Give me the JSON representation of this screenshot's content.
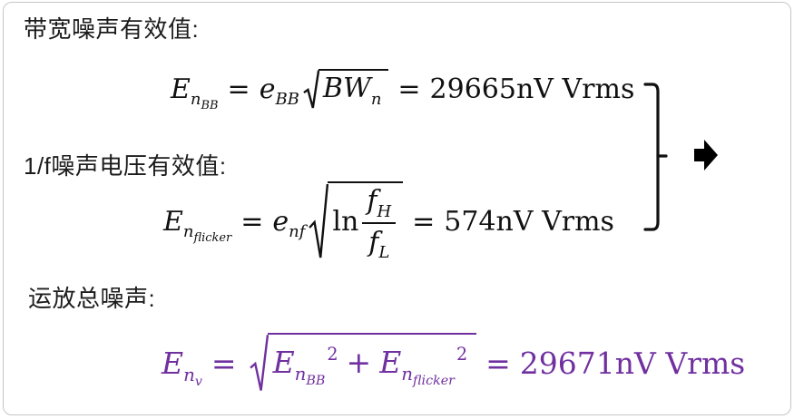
{
  "colors": {
    "text_black": "#111111",
    "accent_purple": "#7030a0",
    "card_border": "#c6c6c6",
    "background": "#ffffff"
  },
  "labels": {
    "broadband": "带宽噪声有效值:",
    "flicker": "1/f噪声电压有效值:",
    "total": "运放总噪声:"
  },
  "formulas": {
    "broadband": {
      "lhs_base": "E",
      "lhs_sub": "n",
      "lhs_subsub": "BB",
      "eq1": "=",
      "coef_base": "e",
      "coef_sub": "BB",
      "rad_base": "BW",
      "rad_sub": "n",
      "eq2": "=",
      "result": "29665nV Vrms"
    },
    "flicker": {
      "lhs_base": "E",
      "lhs_sub": "n",
      "lhs_subsub": "flicker",
      "eq1": "=",
      "coef_base": "e",
      "coef_sub": "nf",
      "ln": "ln",
      "num_base": "f",
      "num_sub": "H",
      "den_base": "f",
      "den_sub": "L",
      "eq2": "=",
      "result": "574nV Vrms"
    },
    "total": {
      "lhs_base": "E",
      "lhs_sub": "n",
      "lhs_subsub": "v",
      "eq1": "=",
      "t1_base": "E",
      "t1_sub": "n",
      "t1_subsub": "BB",
      "t1_exp": "2",
      "plus": "+",
      "t2_base": "E",
      "t2_sub": "n",
      "t2_subsub": "flicker",
      "t2_exp": "2",
      "eq2": "=",
      "result": "29671nV Vrms"
    }
  },
  "icons": {
    "brace": "right-brace",
    "arrow": "right-arrow"
  }
}
